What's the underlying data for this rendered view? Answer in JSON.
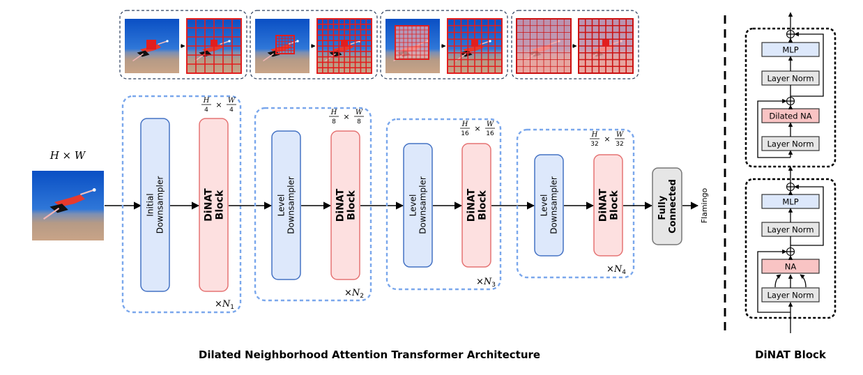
{
  "input": {
    "dims": "H × W",
    "class_label": "Flamingo"
  },
  "stages": [
    {
      "down_line1": "Initial",
      "down_line2": "Downsampler",
      "block_line1": "DiNAT",
      "block_line2": "Block",
      "res_num_h": "H",
      "res_den": "4",
      "res_num_w": "W",
      "times": "×",
      "repeat_var": "N",
      "repeat_sub": "1"
    },
    {
      "down_line1": "Level",
      "down_line2": "Downsampler",
      "block_line1": "DiNAT",
      "block_line2": "Block",
      "res_num_h": "H",
      "res_den": "8",
      "res_num_w": "W",
      "times": "×",
      "repeat_var": "N",
      "repeat_sub": "2"
    },
    {
      "down_line1": "Level",
      "down_line2": "Downsampler",
      "block_line1": "DiNAT",
      "block_line2": "Block",
      "res_num_h": "H",
      "res_den": "16",
      "res_num_w": "W",
      "times": "×",
      "repeat_var": "N",
      "repeat_sub": "3"
    },
    {
      "down_line1": "Level",
      "down_line2": "Downsampler",
      "block_line1": "DiNAT",
      "block_line2": "Block",
      "res_num_h": "H",
      "res_den": "32",
      "res_num_w": "W",
      "times": "×",
      "repeat_var": "N",
      "repeat_sub": "4"
    }
  ],
  "head": {
    "line1": "Fully",
    "line2": "Connected"
  },
  "block_detail": {
    "upper": [
      "MLP",
      "Layer Norm",
      "Dilated NA",
      "Layer Norm"
    ],
    "lower": [
      "MLP",
      "Layer Norm",
      "NA",
      "Layer Norm"
    ],
    "plus": "⊕"
  },
  "captions": {
    "main": "Dilated Neighborhood Attention Transformer Architecture",
    "block": "DiNAT Block"
  },
  "colors": {
    "blue_fill": "#dde8fb",
    "blue_stroke": "#4472c4",
    "pink_fill": "#fde0e0",
    "pink_stroke": "#e57373",
    "dash_blue": "#7aa7ec",
    "gray_fill": "#e6e6e6",
    "gray_stroke": "#777777",
    "red_grid": "#e21e1e",
    "na_fill": "#f9c4c4"
  }
}
